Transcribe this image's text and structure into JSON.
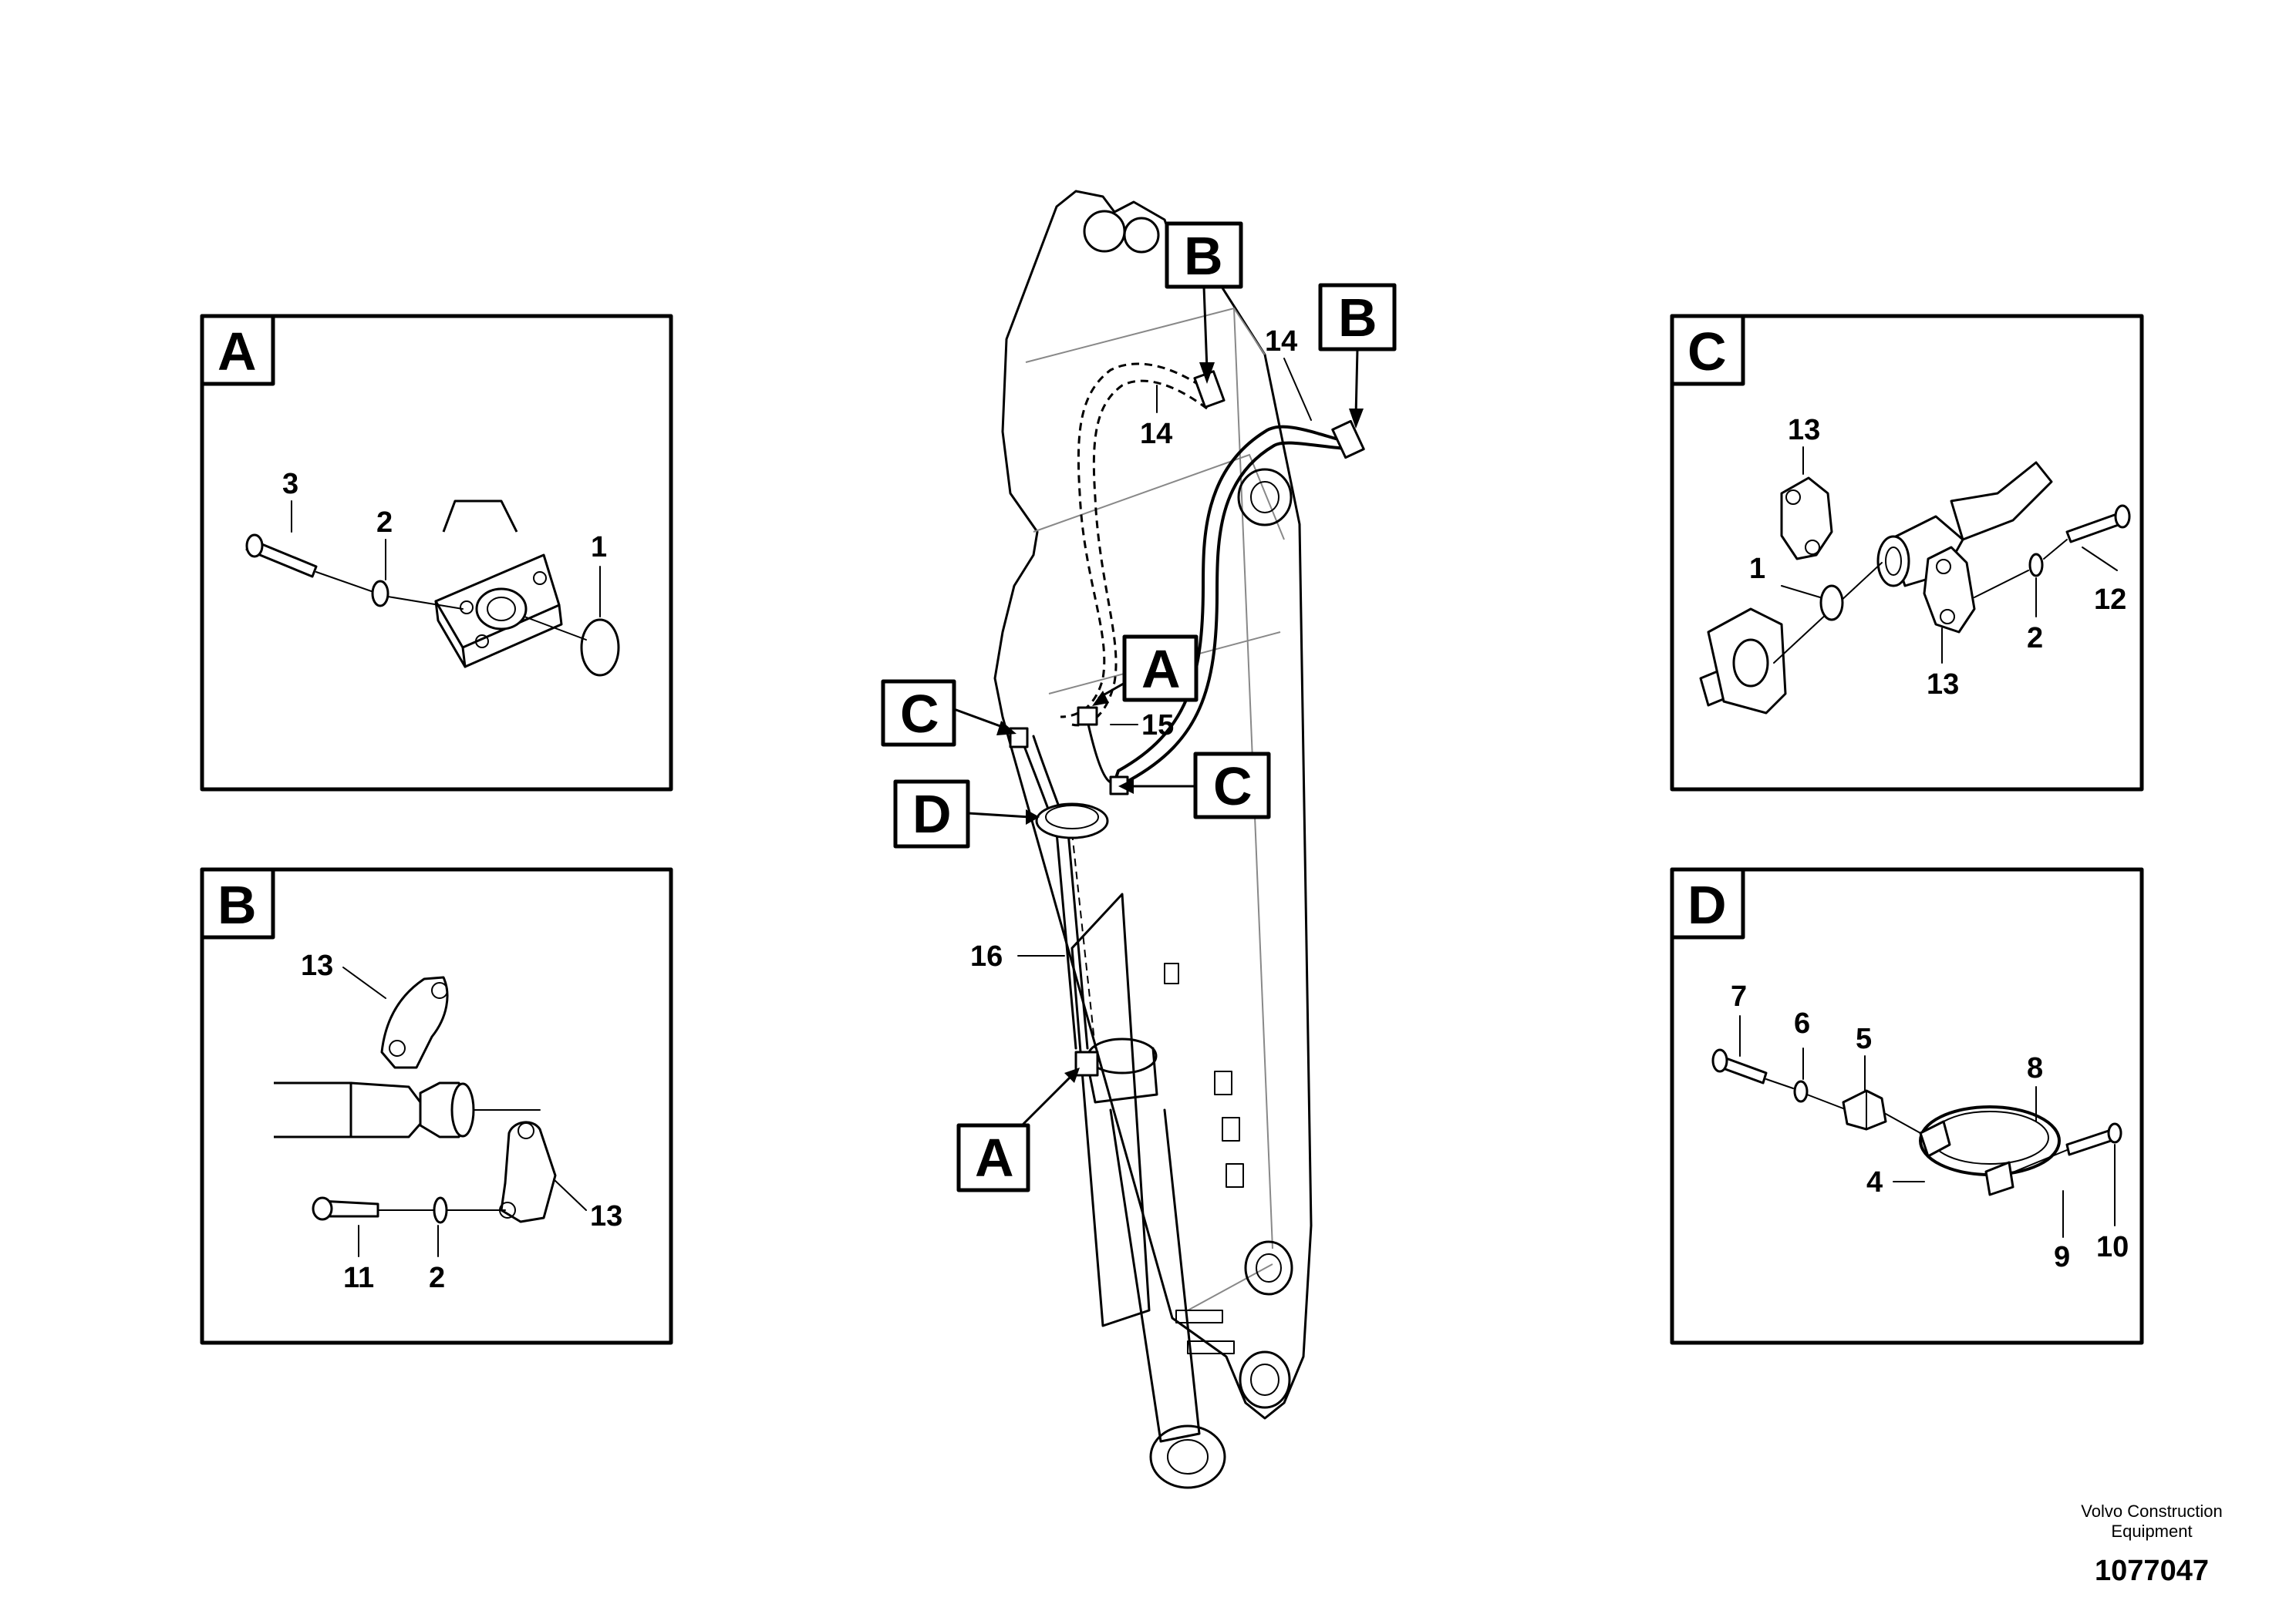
{
  "detail_tags": {
    "A": "A",
    "B": "B",
    "C": "C",
    "D": "D"
  },
  "detail_A": {
    "tag": "A",
    "callouts": [
      "3",
      "2",
      "1"
    ]
  },
  "detail_B": {
    "tag": "B",
    "callouts": [
      "13",
      "13",
      "11",
      "2"
    ]
  },
  "detail_C": {
    "tag": "C",
    "callouts": [
      "13",
      "1",
      "12",
      "2",
      "13"
    ]
  },
  "detail_D": {
    "tag": "D",
    "callouts": [
      "7",
      "6",
      "5",
      "8",
      "4",
      "9",
      "10"
    ]
  },
  "main": {
    "callouts": [
      "14",
      "14",
      "15",
      "16"
    ],
    "references": [
      "B",
      "B",
      "A",
      "C",
      "C",
      "D",
      "A"
    ]
  },
  "footer": {
    "company": "Volvo Construction Equipment",
    "drawing_number": "1077047"
  }
}
